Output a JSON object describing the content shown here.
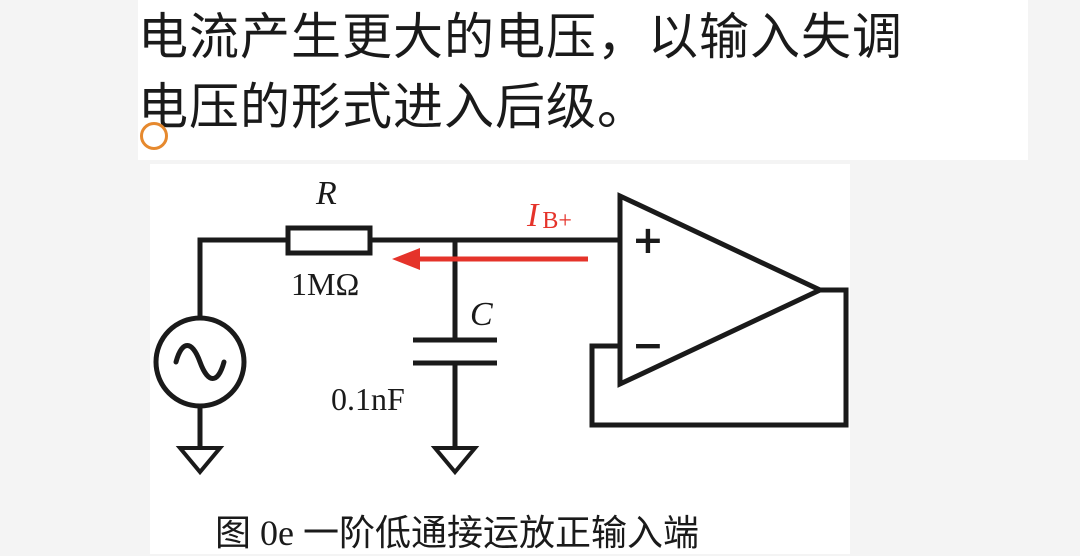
{
  "text": {
    "line1": "电流产生更大的电压，以输入失调",
    "line2": "电压的形式进入后级。"
  },
  "diagram": {
    "resistor_label": "R",
    "resistor_value": "1MΩ",
    "capacitor_label": "C",
    "capacitor_value": "0.1nF",
    "current_label_main": "I",
    "current_label_sub": "B+",
    "opamp_plus": "+",
    "opamp_minus": "−",
    "caption": "图 0e  一阶低通接运放正输入端"
  },
  "colors": {
    "wire": "#1a1a1a",
    "current_arrow": "#e5332a",
    "cursor": "#e6892e"
  }
}
